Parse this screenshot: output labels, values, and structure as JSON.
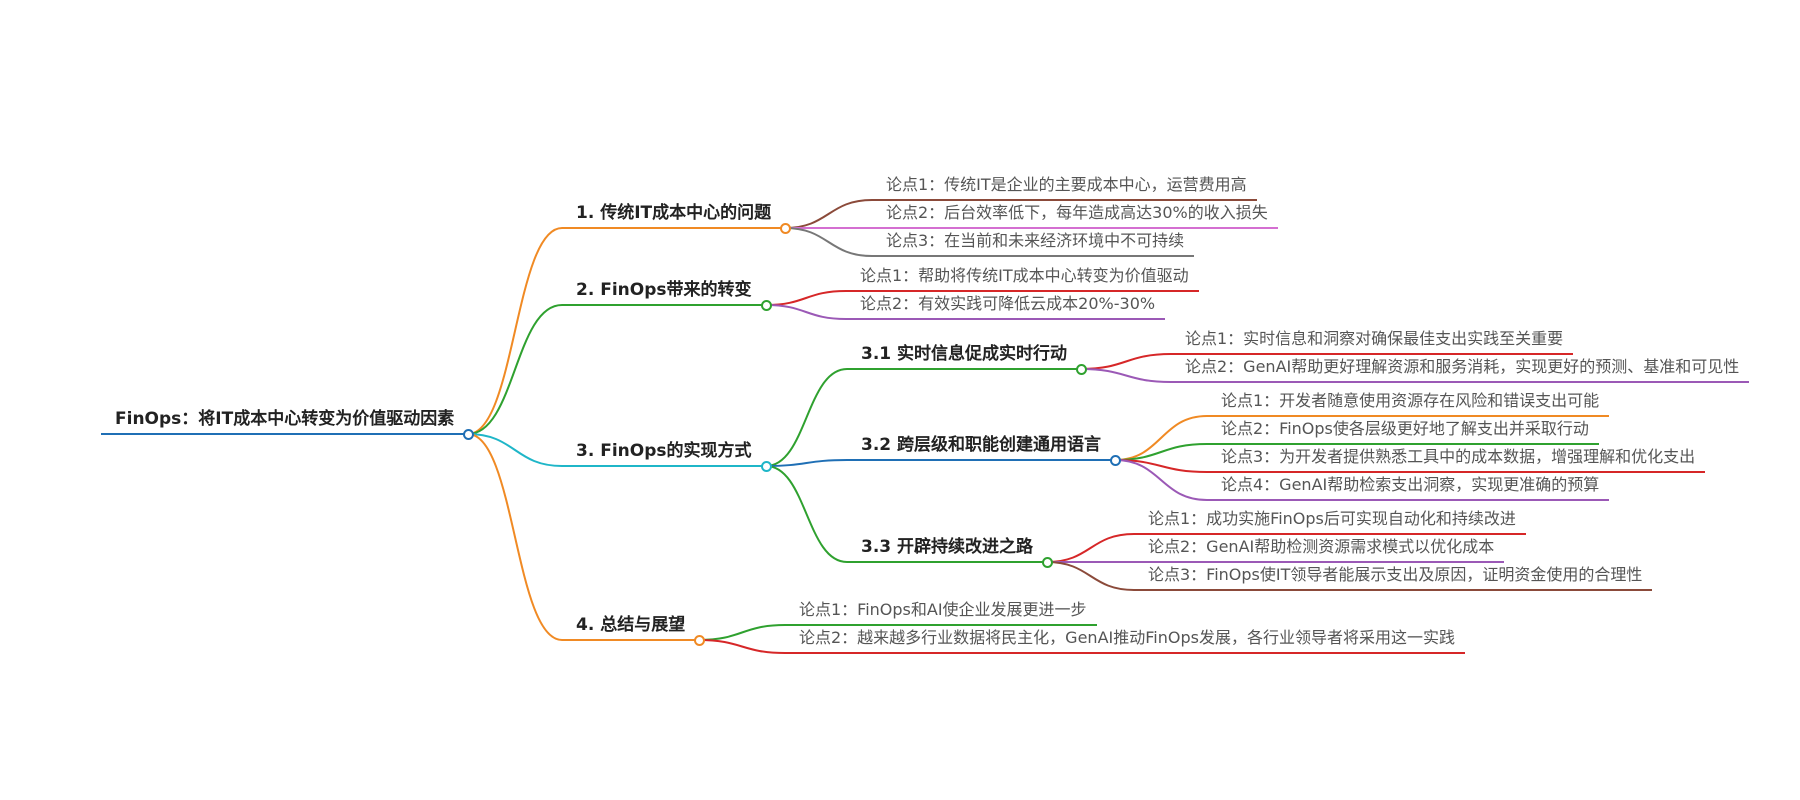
{
  "mindmap": {
    "root": {
      "label": "FinOps：将IT成本中心转变为价值驱动因素",
      "color": "#1f6fb5",
      "children": [
        {
          "label": "1. 传统IT成本中心的问题",
          "color": "#f08a24",
          "children": [
            {
              "label": "论点1：传统IT是企业的主要成本中心，运营费用高",
              "color": "#8b4a3a"
            },
            {
              "label": "论点2：后台效率低下，每年造成高达30%的收入损失",
              "color": "#d46fd1"
            },
            {
              "label": "论点3：在当前和未来经济环境中不可持续",
              "color": "#777777"
            }
          ]
        },
        {
          "label": "2. FinOps带来的转变",
          "color": "#2fa12f",
          "children": [
            {
              "label": "论点1：帮助将传统IT成本中心转变为价值驱动",
              "color": "#d62728"
            },
            {
              "label": "论点2：有效实践可降低云成本20%-30%",
              "color": "#9b59b6"
            }
          ]
        },
        {
          "label": "3. FinOps的实现方式",
          "color": "#1fb6c8",
          "children": [
            {
              "label": "3.1 实时信息促成实时行动",
              "color": "#2fa12f",
              "children": [
                {
                  "label": "论点1：实时信息和洞察对确保最佳支出实践至关重要",
                  "color": "#d62728"
                },
                {
                  "label": "论点2：GenAI帮助更好理解资源和服务消耗，实现更好的预测、基准和可见性",
                  "color": "#9b59b6"
                }
              ]
            },
            {
              "label": "3.2 跨层级和职能创建通用语言",
              "color": "#1f6fb5",
              "children": [
                {
                  "label": "论点1：开发者随意使用资源存在风险和错误支出可能",
                  "color": "#f08a24"
                },
                {
                  "label": "论点2：FinOps使各层级更好地了解支出并采取行动",
                  "color": "#2fa12f"
                },
                {
                  "label": "论点3：为开发者提供熟悉工具中的成本数据，增强理解和优化支出",
                  "color": "#d62728"
                },
                {
                  "label": "论点4：GenAI帮助检索支出洞察，实现更准确的预算",
                  "color": "#9b59b6"
                }
              ]
            },
            {
              "label": "3.3 开辟持续改进之路",
              "color": "#2fa12f",
              "children": [
                {
                  "label": "论点1：成功实施FinOps后可实现自动化和持续改进",
                  "color": "#d62728"
                },
                {
                  "label": "论点2：GenAI帮助检测资源需求模式以优化成本",
                  "color": "#9b59b6"
                },
                {
                  "label": "论点3：FinOps使IT领导者能展示支出及原因，证明资金使用的合理性",
                  "color": "#8b4a3a"
                }
              ]
            }
          ]
        },
        {
          "label": "4. 总结与展望",
          "color": "#f08a24",
          "children": [
            {
              "label": "论点1：FinOps和AI使企业发展更进一步",
              "color": "#2fa12f"
            },
            {
              "label": "论点2：越来越多行业数据将民主化，GenAI推动FinOps发展，各行业领导者将采用这一实践",
              "color": "#d62728"
            }
          ]
        }
      ]
    }
  }
}
